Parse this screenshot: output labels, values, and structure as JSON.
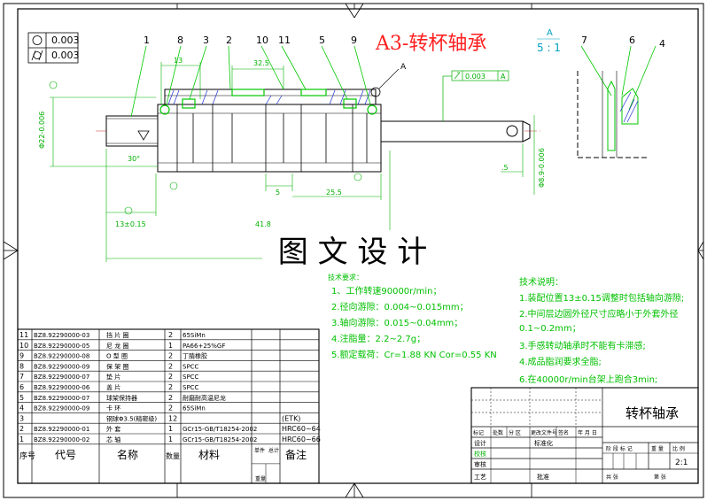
{
  "title": {
    "sheet_size_title": "A3-转杯轴承",
    "detail_letter": "A",
    "detail_scale": "5 : 1"
  },
  "watermark": "图 文 设 计",
  "tolerance_frame": {
    "row1_value": "0.003",
    "row2_value": "0.003",
    "runout_value": "0.003",
    "runout_datum": "A"
  },
  "balloons": {
    "main": [
      "1",
      "8",
      "3",
      "2",
      "10",
      "11",
      "5",
      "9"
    ],
    "detail": [
      "7",
      "6",
      "4"
    ],
    "section_marker": "A"
  },
  "dimensions": {
    "d13": "13",
    "d325": "32.5",
    "phi22": "Φ22-0.006",
    "angle30": "30°",
    "d13tol": "13±0.15",
    "total": "41.8",
    "d5": "5",
    "d255": "25.5",
    "d5right": ".5",
    "phi89": "Φ8.9-0.006"
  },
  "tech_req_left": {
    "heading": "技术要求：",
    "items": [
      "1、工作转速90000r/min；",
      "2.径向游隙：0.004~0.015mm；",
      "3.轴向游隙：0.015~0.04mm；",
      "4.注脂量：2.2~2.7g；",
      "5.额定载荷：Cr=1.88 KN  Cor=0.55 KN"
    ]
  },
  "tech_req_right": {
    "heading": "技术说明：",
    "items": [
      "1.装配位置13±0.15调整时包括轴向游隙;",
      "2.中间层边圆外径尺寸应略小于外套外径",
      "0.1~0.2mm；",
      "3.手感转动轴承时不能有卡滞感;",
      "4.成品脂润要求全脂;",
      "6.在40000r/min台架上跑合3min;"
    ]
  },
  "bom": {
    "rows": [
      {
        "no": "11",
        "code": "BZ8.92290000-03",
        "name": "挡 片 圈",
        "qty": "2",
        "material": "65SiMn",
        "note": ""
      },
      {
        "no": "10",
        "code": "BZ8.92290000-05",
        "name": "尼 龙 圈",
        "qty": "1",
        "material": "PA66+25%GF",
        "note": ""
      },
      {
        "no": "9",
        "code": "BZ8.92290000-08",
        "name": "O 型 圈",
        "qty": "2",
        "material": "丁腈橡胶",
        "note": ""
      },
      {
        "no": "8",
        "code": "BZ8.92290000-09",
        "name": "保 架 圈",
        "qty": "2",
        "material": "SPCC",
        "note": ""
      },
      {
        "no": "7",
        "code": "BZ8.92290000-07",
        "name": "垫 片",
        "qty": "2",
        "material": "SPCC",
        "note": ""
      },
      {
        "no": "6",
        "code": "BZ8.92290000-06",
        "name": "盖 片",
        "qty": "2",
        "material": "SPCC",
        "note": ""
      },
      {
        "no": "5",
        "code": "BZ8.92290000-07",
        "name": "球架保持器",
        "qty": "2",
        "material": "耐磨耐高温尼龙",
        "note": ""
      },
      {
        "no": "4",
        "code": "BZ8.92290000-09",
        "name": "卡 环",
        "qty": "2",
        "material": "65SiMn",
        "note": ""
      },
      {
        "no": "3",
        "code": "",
        "name": "钢球Φ3.5(精密级)",
        "qty": "12",
        "material": "",
        "note": "(ETK)"
      },
      {
        "no": "2",
        "code": "BZ8.92290000-01",
        "name": "外 套",
        "qty": "1",
        "material": "GCr15-GB/T18254-2002",
        "note": "HRC60~64"
      },
      {
        "no": "1",
        "code": "BZ8.92290000-02",
        "name": "芯 轴",
        "qty": "1",
        "material": "GCr15-GB/T18254-2002",
        "note": "HRC60~66"
      }
    ],
    "header": {
      "no": "序号",
      "code": "代号",
      "name": "名称",
      "qty": "数量",
      "material": "材料",
      "unit": "单件",
      "total": "总计",
      "weight": "重量",
      "note": "备注"
    }
  },
  "title_block": {
    "part_name": "转杯轴承",
    "rev_headers": [
      "标记",
      "处数",
      "分 区",
      "更改文件号",
      "签名",
      "年 月 日"
    ],
    "roles": [
      "设计",
      "校核",
      "审核",
      "工艺"
    ],
    "standardization": "标准化",
    "approve": "批准",
    "stage_mark": "阶 段 标 记",
    "weight": "重 量",
    "scale": "比 例",
    "scale_value": "2:1",
    "sheets_total": "共  张",
    "sheet_no": "第  张"
  },
  "colors": {
    "outline": "#000000",
    "part": "#00c800",
    "title_red": "#ff2020",
    "leader": "#2020c0",
    "hatch": "#2030d0",
    "dim": "#00b000"
  }
}
